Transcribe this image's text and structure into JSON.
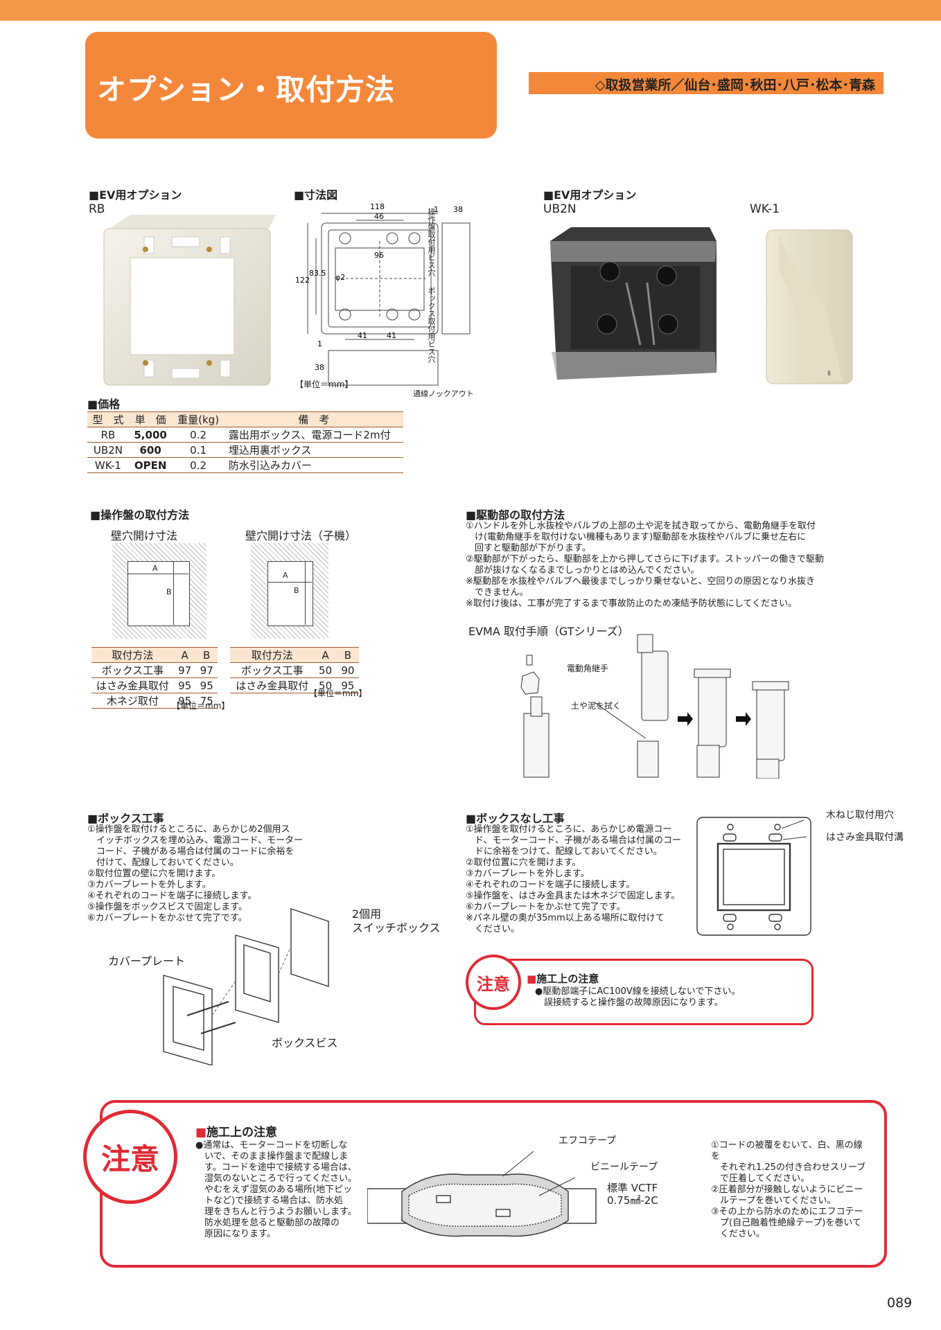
{
  "header": {
    "title": "オプション・取付方法",
    "branches": "◇取扱営業所／仙台･盛岡･秋田･八戸･松本･青森"
  },
  "ev_option_rb": {
    "heading": "■EV用オプション",
    "model": "RB"
  },
  "dimension": {
    "heading": "■寸法図",
    "dims": [
      "118",
      "46",
      "1",
      "38",
      "96",
      "122",
      "83.5",
      "φ2",
      "41",
      "41",
      "1",
      "38"
    ],
    "label_top_screw": "操作盤取付用ビス穴",
    "label_box_screw": "ボックス取付用ビス穴",
    "unit": "【単位＝mm】",
    "knockout": "通線ノックアウト"
  },
  "ev_option_ub2n": {
    "heading": "■EV用オプション",
    "model": "UB2N"
  },
  "wk1": {
    "model": "WK-1"
  },
  "price": {
    "heading": "■価格",
    "columns": [
      "型　式",
      "単　価",
      "重量(kg)",
      "備　考"
    ],
    "rows": [
      [
        "RB",
        "5,000",
        "0.2",
        "露出用ボックス、電源コード2m付"
      ],
      [
        "UB2N",
        "600",
        "0.1",
        "埋込用裏ボックス"
      ],
      [
        "WK-1",
        "OPEN",
        "0.2",
        "防水引込みカバー"
      ]
    ]
  },
  "panel_mount": {
    "heading": "■操作盤の取付方法",
    "wall_hole": "壁穴開け寸法",
    "wall_hole_child": "壁穴開け寸法（子機）",
    "a": "A",
    "b": "B",
    "table1": {
      "columns": [
        "取付方法",
        "A",
        "B"
      ],
      "rows": [
        [
          "ボックス工事",
          "97",
          "97"
        ],
        [
          "はさみ金具取付",
          "95",
          "95"
        ],
        [
          "木ネジ取付",
          "95",
          "75"
        ]
      ]
    },
    "table2": {
      "columns": [
        "取付方法",
        "A",
        "B"
      ],
      "rows": [
        [
          "ボックス工事",
          "50",
          "90"
        ],
        [
          "はさみ金具取付",
          "50",
          "95"
        ]
      ]
    },
    "unit1": "【単位＝mm】",
    "unit2": "【単位＝mm】"
  },
  "drive_mount": {
    "heading": "■駆動部の取付方法",
    "lines": [
      "①ハンドルを外し水抜栓やバルブの上部の土や泥を拭き取ってから、電動角継手を取付",
      "　け(電動角継手を取付けない機種もあります)駆動部を水抜栓やバルブに乗せ左右に",
      "　回すと駆動部が下がります。",
      "②駆動部が下がったら、駆動部を上から押してさらに下げます。ストッパーの働きで駆動",
      "　部が抜けなくなるまでしっかりとはめ込んでください。",
      "※駆動部を水抜栓やバルブへ最後までしっかり乗せないと、空回りの原因となり水抜き",
      "　できません。",
      "※取付け後は、工事が完了するまで事故防止のため凍結予防状態にしてください。"
    ],
    "procedure_title": "EVMA 取付手順（GTシリーズ）",
    "label_joint": "電動角継手",
    "label_wipe": "土や泥を拭く"
  },
  "box_work": {
    "heading": "■ボックス工事",
    "lines": [
      "①操作盤を取付けるところに、あらかじめ2個用ス",
      "　イッチボックスを埋め込み、電源コード、モーター",
      "　コード、子機がある場合は付属のコードに余裕を",
      "　付けて、配線しておいてください。",
      "②取付位置の壁に穴を開けます。",
      "③カバープレートを外します。",
      "④それぞれのコードを端子に接続します。",
      "⑤操作盤をボックスビスで固定します。",
      "⑥カバープレートをかぶせて完了です。"
    ],
    "label_switchbox_1": "2個用",
    "label_switchbox_2": "スイッチボックス",
    "label_cover": "カバープレート",
    "label_screw": "ボックスビス"
  },
  "no_box_work": {
    "heading": "■ボックスなし工事",
    "lines": [
      "①操作盤を取付けるところに、あらかじめ電源コー",
      "　ド、モーターコード、子機がある場合は付属のコー",
      "　ドに余裕をつけて、配線しておいてください。",
      "②取付位置に穴を開けます。",
      "③カバープレートを外します。",
      "④それぞれのコードを端子に接続します。",
      "⑤操作盤を、はさみ金具または木ネジで固定します。",
      "⑥カバープレートをかぶせて完了です。",
      "※パネル壁の奥が35mm以上ある場所に取付けて",
      "　ください。"
    ],
    "label_wood_screw": "木ねじ取付用穴",
    "label_clip_groove": "はさみ金具取付溝"
  },
  "caution_small": {
    "badge": "注意",
    "heading": "施工上の注意",
    "lines": [
      "●駆動部端子にAC100V線を接続しないで下さい。",
      "　誤接続すると操作盤の故障原因になります。"
    ]
  },
  "caution_big": {
    "badge": "注意",
    "heading": "施工上の注意",
    "lines": [
      "●通常は、モーターコードを切断しな",
      "　いで、そのまま操作盤まで配線しま",
      "　す。コードを途中で接続する場合は、",
      "　湿気のないところで行ってください。",
      "　やむをえず湿気のある場所(地下ピッ",
      "　トなど)で接続する場合は、防水処",
      "　理をきちんと行うようお願いします。",
      "　防水処理を怠ると駆動部の故障の",
      "　原因になります。"
    ],
    "label_efco": "エフコテープ",
    "label_vinyl": "ビニールテープ",
    "label_std_1": "標準 VCTF",
    "label_std_2": "0.75㎟-2C",
    "steps": [
      "①コードの被覆をむいて、白、黒の線を",
      "　それぞれ1.25の付き合わせスリーブ",
      "　で圧着してください。",
      "②圧着部分が接触しないようにビニー",
      "　ルテープを巻いてください。",
      "③その上から防水のためにエフコテー",
      "　プ(自己融着性絶縁テープ)を巻いて",
      "　ください。"
    ]
  },
  "page_number": "089"
}
